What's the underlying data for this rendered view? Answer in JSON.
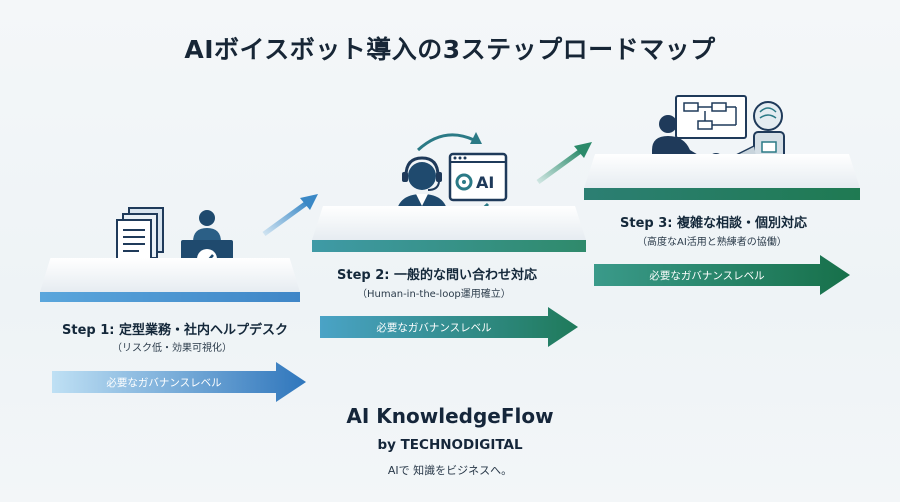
{
  "title": "AIボイスボット導入の3ステップロードマップ",
  "steps": [
    {
      "title": "Step 1: 定型業務・社内ヘルプデスク",
      "subtitle": "（リスク低・効果可視化）",
      "arrow_label": "必要なガバナンスレベル"
    },
    {
      "title": "Step 2: 一般的な問い合わせ対応",
      "subtitle": "（Human-in-the-loop運用確立）",
      "arrow_label": "必要なガバナンスレベル"
    },
    {
      "title": "Step 3: 複雑な相談・個別対応",
      "subtitle": "（高度なAI活用と熟練者の協働）",
      "arrow_label": "必要なガバナンスレベル"
    }
  ],
  "icons": {
    "step1": "documents-and-checked-desk-icon",
    "step2": "headset-operator-ai-window-icon",
    "step3": "human-robot-handshake-flowchart-icon",
    "ai_badge": "AI"
  },
  "brand": {
    "name": "AI KnowledgeFlow",
    "by": "by TECHNODIGITAL",
    "tagline": "AIで 知識をビジネスへ。"
  },
  "colors": {
    "blue": "#3f86c7",
    "teal": "#2f8a8a",
    "green": "#1f7a52",
    "navy": "#1f3a5a"
  }
}
